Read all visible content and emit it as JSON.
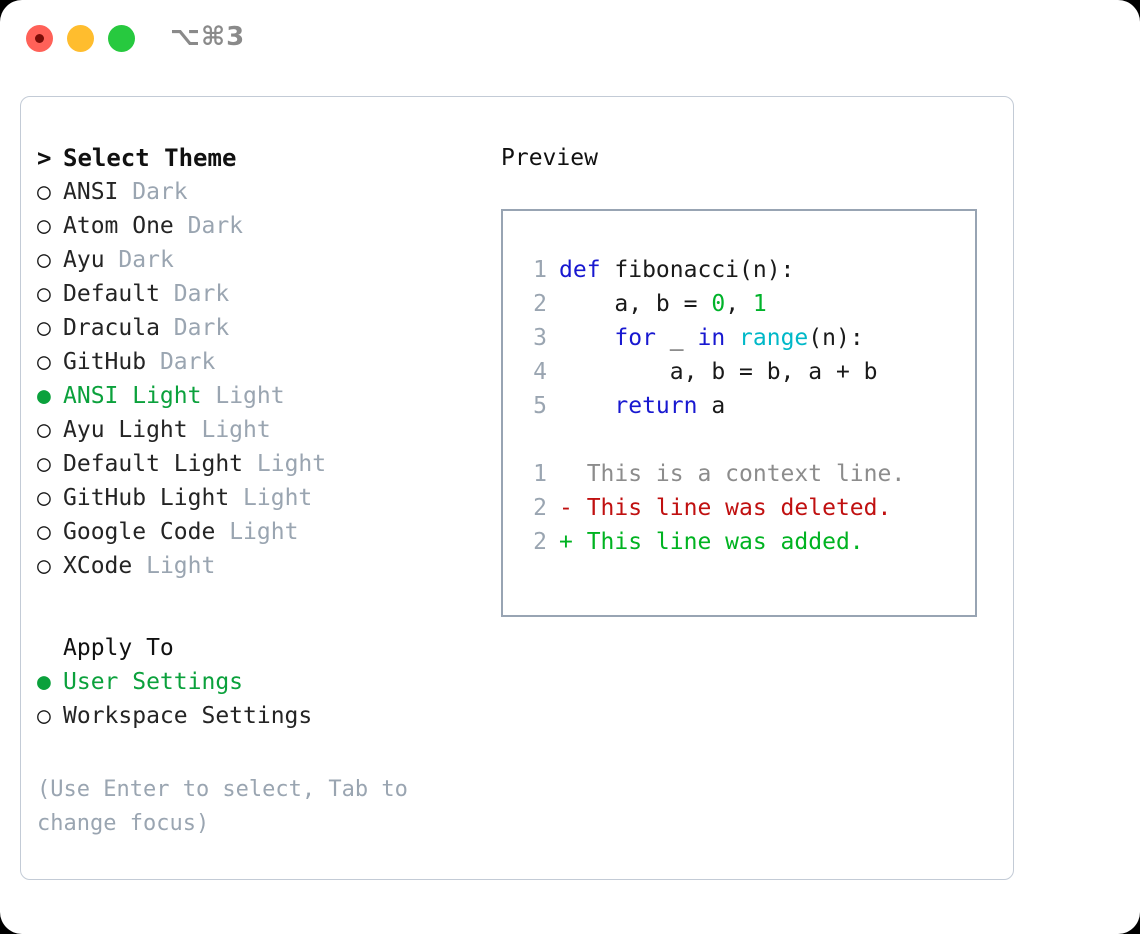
{
  "titlebar": {
    "shortcut": "⌥⌘3",
    "buttons": [
      {
        "name": "close",
        "color": "#ff6158"
      },
      {
        "name": "minimize",
        "color": "#ffbd2e"
      },
      {
        "name": "maximize",
        "color": "#27c93f"
      }
    ]
  },
  "theme_picker": {
    "heading_marker": ">",
    "heading": "Select Theme",
    "items": [
      {
        "marker": "○",
        "name": "ANSI",
        "tag": "Dark",
        "selected": false
      },
      {
        "marker": "○",
        "name": "Atom One",
        "tag": "Dark",
        "selected": false
      },
      {
        "marker": "○",
        "name": "Ayu",
        "tag": "Dark",
        "selected": false
      },
      {
        "marker": "○",
        "name": "Default",
        "tag": "Dark",
        "selected": false
      },
      {
        "marker": "○",
        "name": "Dracula",
        "tag": "Dark",
        "selected": false
      },
      {
        "marker": "○",
        "name": "GitHub",
        "tag": "Dark",
        "selected": false
      },
      {
        "marker": "●",
        "name": "ANSI Light",
        "tag": "Light",
        "selected": true
      },
      {
        "marker": "○",
        "name": "Ayu Light",
        "tag": "Light",
        "selected": false
      },
      {
        "marker": "○",
        "name": "Default Light",
        "tag": "Light",
        "selected": false
      },
      {
        "marker": "○",
        "name": "GitHub Light",
        "tag": "Light",
        "selected": false
      },
      {
        "marker": "○",
        "name": "Google Code",
        "tag": "Light",
        "selected": false
      },
      {
        "marker": "○",
        "name": "XCode",
        "tag": "Light",
        "selected": false
      }
    ]
  },
  "apply_to": {
    "label": "Apply To",
    "items": [
      {
        "marker": "●",
        "name": "User Settings",
        "selected": true
      },
      {
        "marker": "○",
        "name": "Workspace Settings",
        "selected": false
      }
    ]
  },
  "hint": "(Use Enter to select, Tab to change focus)",
  "preview": {
    "title": "Preview",
    "code_lines": [
      {
        "lnum": "1",
        "tokens": [
          {
            "t": "def",
            "c": "kw"
          },
          {
            "t": " fibonacci(n):",
            "c": "plain"
          }
        ]
      },
      {
        "lnum": "2",
        "tokens": [
          {
            "t": "    a, b = ",
            "c": "plain"
          },
          {
            "t": "0",
            "c": "num"
          },
          {
            "t": ", ",
            "c": "plain"
          },
          {
            "t": "1",
            "c": "num"
          }
        ]
      },
      {
        "lnum": "3",
        "tokens": [
          {
            "t": "    ",
            "c": "plain"
          },
          {
            "t": "for",
            "c": "kw"
          },
          {
            "t": " _ ",
            "c": "plain"
          },
          {
            "t": "in",
            "c": "kw"
          },
          {
            "t": " ",
            "c": "plain"
          },
          {
            "t": "range",
            "c": "fn"
          },
          {
            "t": "(n):",
            "c": "plain"
          }
        ]
      },
      {
        "lnum": "4",
        "tokens": [
          {
            "t": "        a, b = b, a + b",
            "c": "plain"
          }
        ]
      },
      {
        "lnum": "5",
        "tokens": [
          {
            "t": "    ",
            "c": "plain"
          },
          {
            "t": "return",
            "c": "kw"
          },
          {
            "t": " a",
            "c": "plain"
          }
        ]
      }
    ],
    "diff_lines": [
      {
        "lnum": "1",
        "text": "  This is a context line.",
        "kind": "diff-ctx"
      },
      {
        "lnum": "2",
        "text": "- This line was deleted.",
        "kind": "diff-del"
      },
      {
        "lnum": "2",
        "text": "+ This line was added.",
        "kind": "diff-add"
      }
    ]
  },
  "colors": {
    "accent_green": "#0ba13c",
    "muted": "#9aa5b1",
    "keyword_blue": "#1818d0",
    "function_cyan": "#00b8c8",
    "number_green": "#00b32a",
    "diff_delete_red": "#c01010",
    "diff_add_green": "#00b321",
    "border": "#c3cbd6",
    "preview_border": "#98a4b3"
  }
}
